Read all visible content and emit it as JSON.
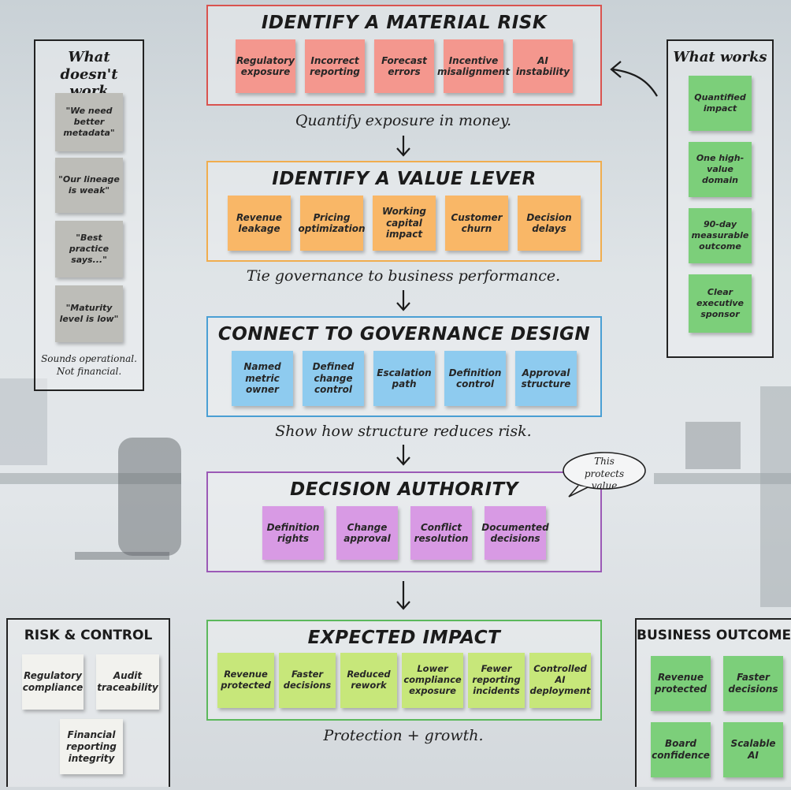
{
  "sections": {
    "risk": {
      "title": "IDENTIFY A MATERIAL RISK",
      "notes": [
        "Regulatory exposure",
        "Incorrect reporting",
        "Forecast errors",
        "Incentive misalignment",
        "AI instability"
      ],
      "caption": "Quantify exposure in money."
    },
    "value": {
      "title": "IDENTIFY A VALUE LEVER",
      "notes": [
        "Revenue leakage",
        "Pricing optimization",
        "Working capital impact",
        "Customer churn",
        "Decision delays"
      ],
      "caption": "Tie governance to business performance."
    },
    "governance": {
      "title": "CONNECT TO GOVERNANCE DESIGN",
      "notes": [
        "Named metric owner",
        "Defined change control",
        "Escalation path",
        "Definition control",
        "Approval structure"
      ],
      "caption": "Show how structure reduces risk."
    },
    "authority": {
      "title": "DECISION AUTHORITY",
      "notes": [
        "Definition rights",
        "Change approval",
        "Conflict resolution",
        "Documented decisions"
      ],
      "bubble": "This protects value"
    },
    "impact": {
      "title": "EXPECTED IMPACT",
      "notes": [
        "Revenue protected",
        "Faster decisions",
        "Reduced rework",
        "Lower compliance exposure",
        "Fewer reporting incidents",
        "Controlled AI deployment"
      ],
      "caption": "Protection + growth."
    }
  },
  "left_panel": {
    "title": "What doesn't work",
    "notes": [
      "\"We need better metadata\"",
      "\"Our lineage is weak\"",
      "\"Best practice says...\"",
      "\"Maturity level is low\""
    ],
    "footer": "Sounds operational. Not financial."
  },
  "right_panel": {
    "title": "What works",
    "notes": [
      "Quantified impact",
      "One high-value domain",
      "90-day measurable outcome",
      "Clear executive sponsor"
    ]
  },
  "risk_control": {
    "title": "RISK & CONTROL",
    "notes": [
      "Regulatory compliance",
      "Audit traceability",
      "Financial reporting integrity"
    ]
  },
  "business_outcomes": {
    "title": "BUSINESS OUTCOMES",
    "notes": [
      "Revenue protected",
      "Faster decisions",
      "Board confidence",
      "Scalable AI"
    ]
  },
  "colors": {
    "risk_border": "#d9534f",
    "risk_note": "#f4978e",
    "value_border": "#f0ad4e",
    "value_note": "#f9b767",
    "governance_border": "#4a9fd4",
    "governance_note": "#8ecbef",
    "authority_border": "#9b59b6",
    "authority_note": "#d89ae4",
    "impact_border": "#5cb85c",
    "impact_note": "#c7e77a",
    "grey_note": "#bdbdb8",
    "green_note": "#7ccf7a",
    "white_note": "#f2f2ee"
  }
}
